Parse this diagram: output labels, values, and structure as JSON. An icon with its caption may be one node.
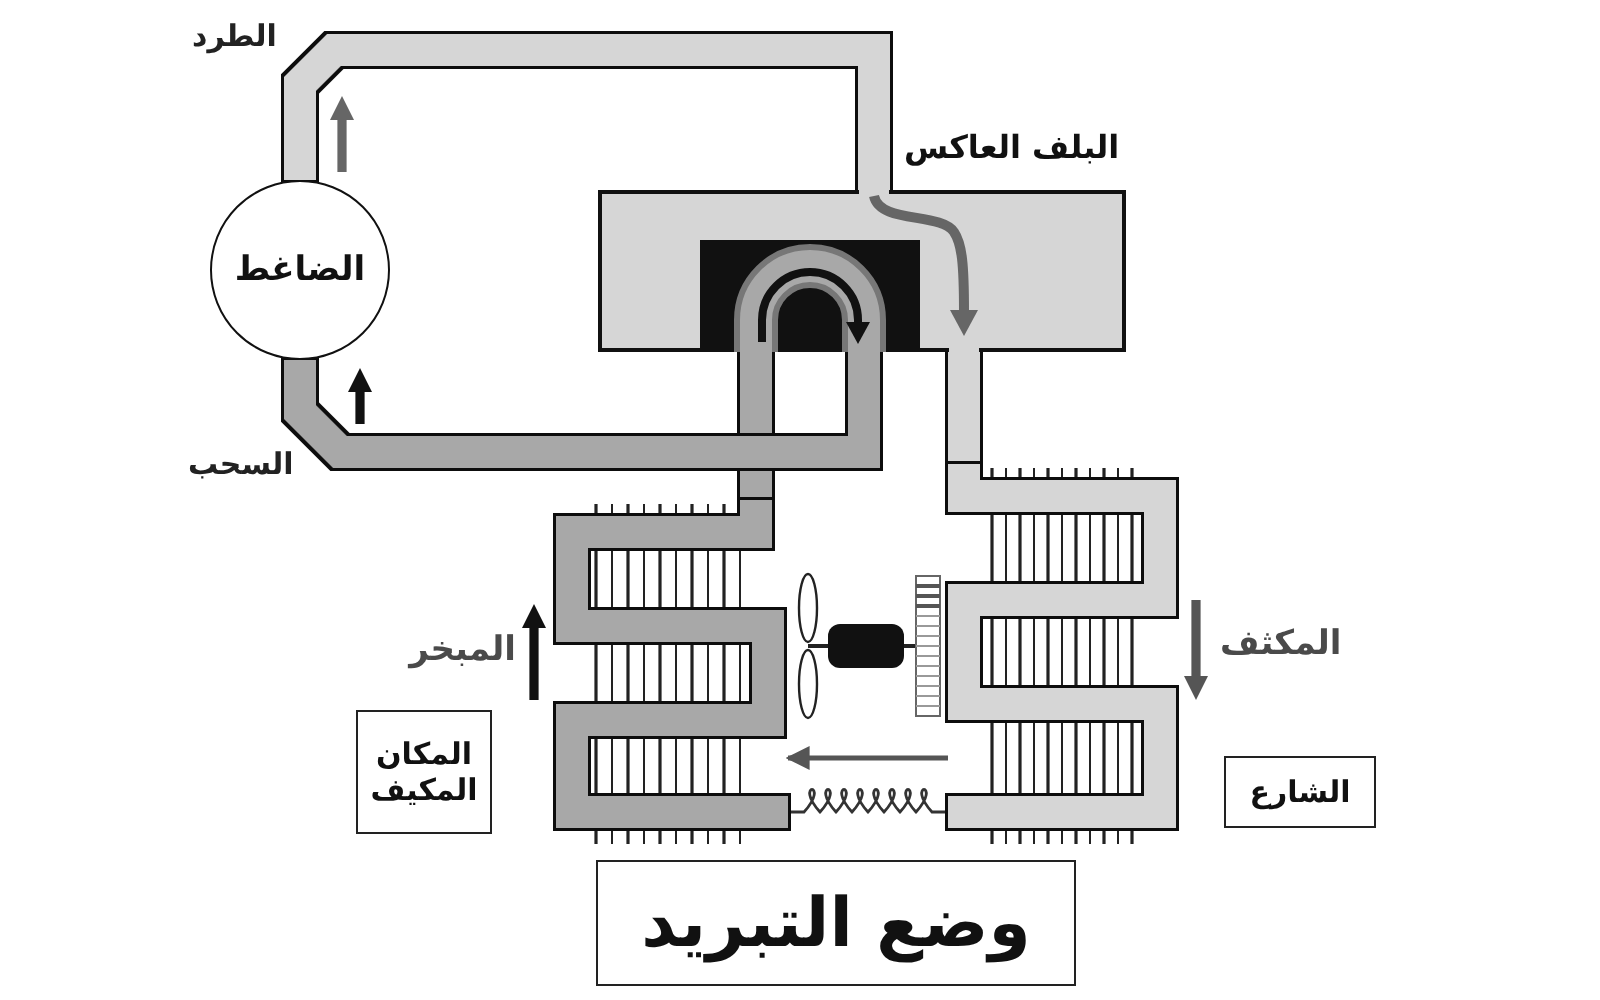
{
  "diagram": {
    "caption": "وضع التبريد",
    "nodes": [
      {
        "text": [
          "الضاغط"
        ]
      },
      {
        "text": [
          "البلف العاكس"
        ]
      },
      {
        "text": [
          "المبخر"
        ]
      },
      {
        "text": [
          "المكثف"
        ]
      },
      {
        "text": [
          "المكان المكيف"
        ]
      },
      {
        "text": [
          "الشارع"
        ]
      }
    ],
    "edges": [
      {
        "from": 0,
        "to": 1,
        "arrow": "none",
        "label": "الطرد"
      },
      {
        "from": 1,
        "to": 3,
        "arrow": "none"
      },
      {
        "from": 3,
        "to": 2,
        "arrow": "none",
        "color": "#333333"
      },
      {
        "from": 3,
        "to": 2,
        "arrow": "to",
        "color": "#555555"
      },
      {
        "from": 2,
        "to": 1,
        "arrow": "none",
        "color": "#a8a8a8"
      },
      {
        "from": 1,
        "to": 0,
        "arrow": "none",
        "label": "السحب",
        "color": "#a8a8a8"
      }
    ]
  }
}
